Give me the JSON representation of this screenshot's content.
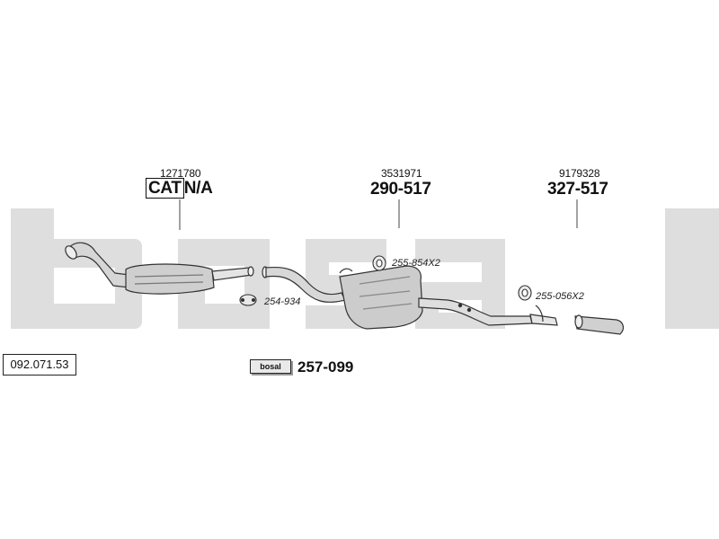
{
  "diagram": {
    "id": "092.071.53",
    "watermark": "bosal",
    "colors": {
      "watermark": "#dcdcdc",
      "line": "#333333",
      "fill": "#d9d9d9"
    }
  },
  "parts": [
    {
      "ref": "1271780",
      "prefix": "CAT",
      "number": "N/A"
    },
    {
      "ref": "3531971",
      "number": "290-517"
    },
    {
      "ref": "9179328",
      "number": "327-517"
    }
  ],
  "hardware": [
    {
      "code": "255-854X2",
      "icon": "rubber-hanger-icon"
    },
    {
      "code": "254-934",
      "icon": "gasket-icon"
    },
    {
      "code": "255-056X2",
      "icon": "rubber-hanger-icon"
    }
  ],
  "mounting_kit": {
    "logo": "bosal",
    "number": "257-099"
  }
}
